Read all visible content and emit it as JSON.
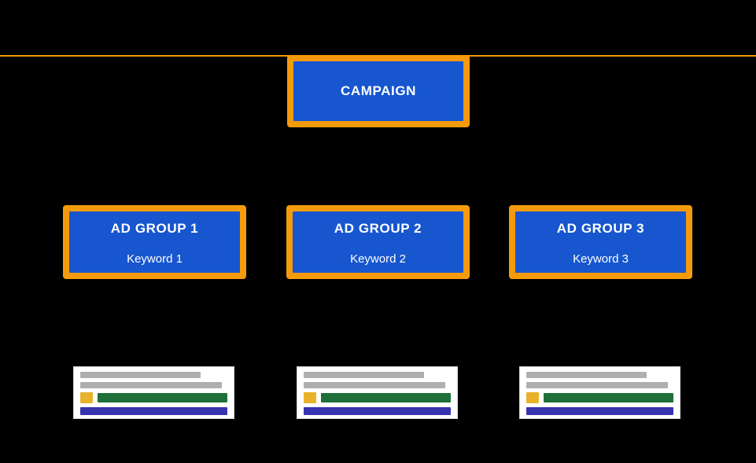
{
  "diagram": {
    "background_color": "#000000",
    "accent_border_color": "#F59B0B",
    "node_fill_color": "#1756CE",
    "node_text_color": "#FFFFFF",
    "divider": {
      "name": "orange-rule",
      "color": "#F59B0B"
    },
    "root": {
      "label": "CAMPAIGN"
    },
    "ad_groups": [
      {
        "title": "AD GROUP 1",
        "keyword": "Keyword 1"
      },
      {
        "title": "AD GROUP 2",
        "keyword": "Keyword 2"
      },
      {
        "title": "AD GROUP 3",
        "keyword": "Keyword 3"
      }
    ],
    "ad_previews": [
      {
        "name": "ad-preview-1",
        "badge_color": "#E8B22A",
        "headline_bar_color": "#AFAFAF",
        "url_bar_color": "#1E6F39",
        "footer_bar_color": "#3733B0"
      },
      {
        "name": "ad-preview-2",
        "badge_color": "#E8B22A",
        "headline_bar_color": "#AFAFAF",
        "url_bar_color": "#1E6F39",
        "footer_bar_color": "#3733B0"
      },
      {
        "name": "ad-preview-3",
        "badge_color": "#E8B22A",
        "headline_bar_color": "#AFAFAF",
        "url_bar_color": "#1E6F39",
        "footer_bar_color": "#3733B0"
      }
    ]
  }
}
